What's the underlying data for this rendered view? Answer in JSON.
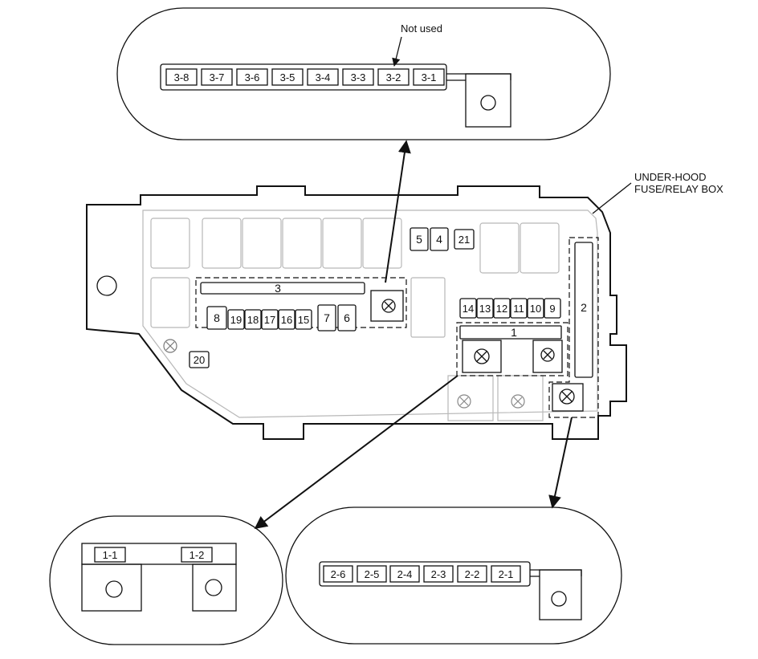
{
  "annotations": {
    "not_used": "Not used",
    "box_title_line1": "UNDER-HOOD",
    "box_title_line2": "FUSE/RELAY BOX"
  },
  "main_box": {
    "fuses_top": [
      "5",
      "4",
      "21"
    ],
    "fuse_3": "3",
    "fuse_row_left": [
      "8",
      "19",
      "18",
      "17",
      "16",
      "15",
      "7",
      "6"
    ],
    "fuse_row_right": [
      "14",
      "13",
      "12",
      "11",
      "10",
      "9"
    ],
    "fuse_1": "1",
    "fuse_2": "2",
    "fuse_20": "20"
  },
  "detail_3": {
    "labels": [
      "3-8",
      "3-7",
      "3-6",
      "3-5",
      "3-4",
      "3-3",
      "3-2",
      "3-1"
    ]
  },
  "detail_1": {
    "labels": [
      "1-1",
      "1-2"
    ]
  },
  "detail_2": {
    "labels": [
      "2-6",
      "2-5",
      "2-4",
      "2-3",
      "2-2",
      "2-1"
    ]
  }
}
